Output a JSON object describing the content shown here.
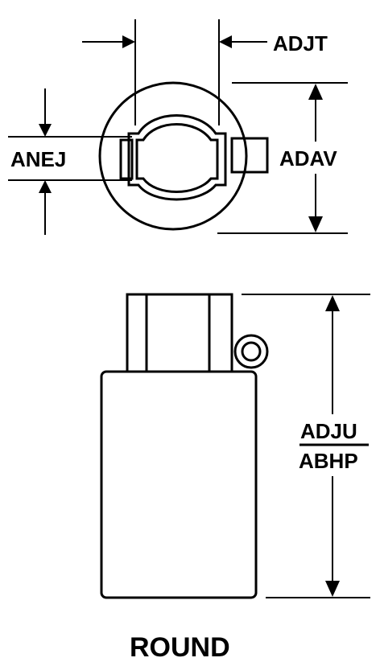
{
  "diagram": {
    "dimensions": {
      "top_width": "ADJT",
      "slot_width": "ANEJ",
      "diameter": "ADAV",
      "height_upper": "ADJU",
      "height_lower": "ABHP"
    },
    "shape_label": "ROUND"
  }
}
